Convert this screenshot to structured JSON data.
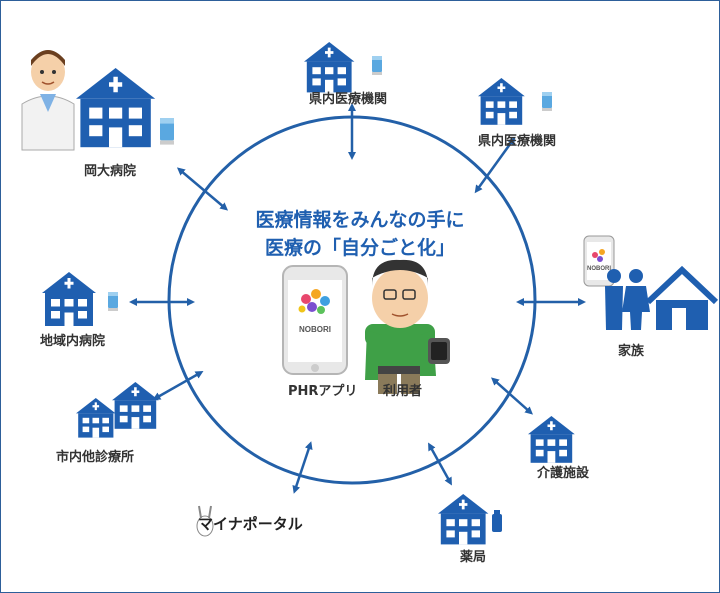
{
  "headline": {
    "line1": "医療情報をみんなの手に",
    "line2": "医療の「自分ごと化」"
  },
  "center": {
    "app_label": "PHRアプリ",
    "app_logo_text": "NOBORI",
    "user_label": "利用者"
  },
  "nodes": {
    "okadai": "岡大病院",
    "kennai1": "県内医療機関",
    "kennai2": "県内医療機関",
    "chiiki": "地域内病院",
    "shinai": "市内他診療所",
    "mynaportal": "マイナポータル",
    "yakkyoku": "薬局",
    "kaigo": "介護施設",
    "kazoku": "家族",
    "family_phone_logo": "NOBORI"
  },
  "colors": {
    "circle": "#2360a8",
    "building": "#1f5fb0",
    "accent_blue": "#1f5fb0",
    "shirt": "#3fa047"
  }
}
